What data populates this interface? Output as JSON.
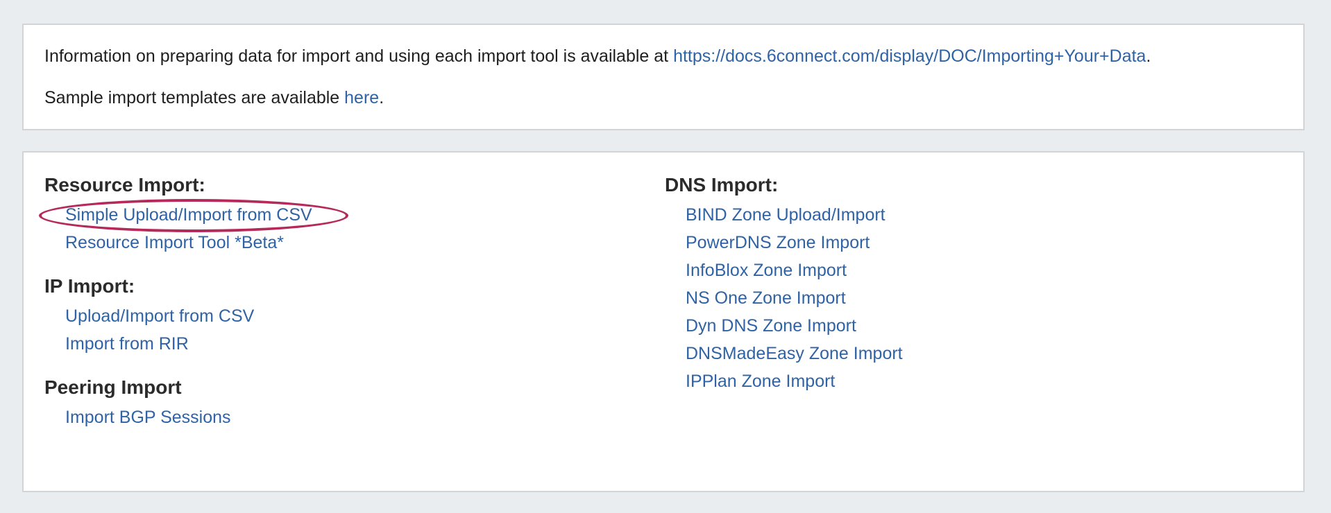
{
  "info": {
    "line1_prefix": "Information on preparing data for import and using each import tool is available at ",
    "line1_link": "https://docs.6connect.com/display/DOC/Importing+Your+Data",
    "line1_suffix": ".",
    "line2_prefix": "Sample import templates are available ",
    "line2_link": "here",
    "line2_suffix": "."
  },
  "left_sections": [
    {
      "heading": "Resource Import:",
      "links": [
        "Simple Upload/Import from CSV",
        "Resource Import Tool *Beta*"
      ]
    },
    {
      "heading": "IP Import:",
      "links": [
        "Upload/Import from CSV",
        "Import from RIR"
      ]
    },
    {
      "heading": "Peering Import",
      "links": [
        "Import BGP Sessions"
      ]
    }
  ],
  "right_sections": [
    {
      "heading": "DNS Import:",
      "links": [
        "BIND Zone Upload/Import",
        "PowerDNS Zone Import",
        "InfoBlox Zone Import",
        "NS One Zone Import",
        "Dyn DNS Zone Import",
        "DNSMadeEasy Zone Import",
        "IPPlan Zone Import"
      ]
    }
  ],
  "colors": {
    "link": "#2f63a5",
    "highlight": "#b52a5a",
    "background": "#eaedf0",
    "panel_border": "#d2d5d8"
  }
}
